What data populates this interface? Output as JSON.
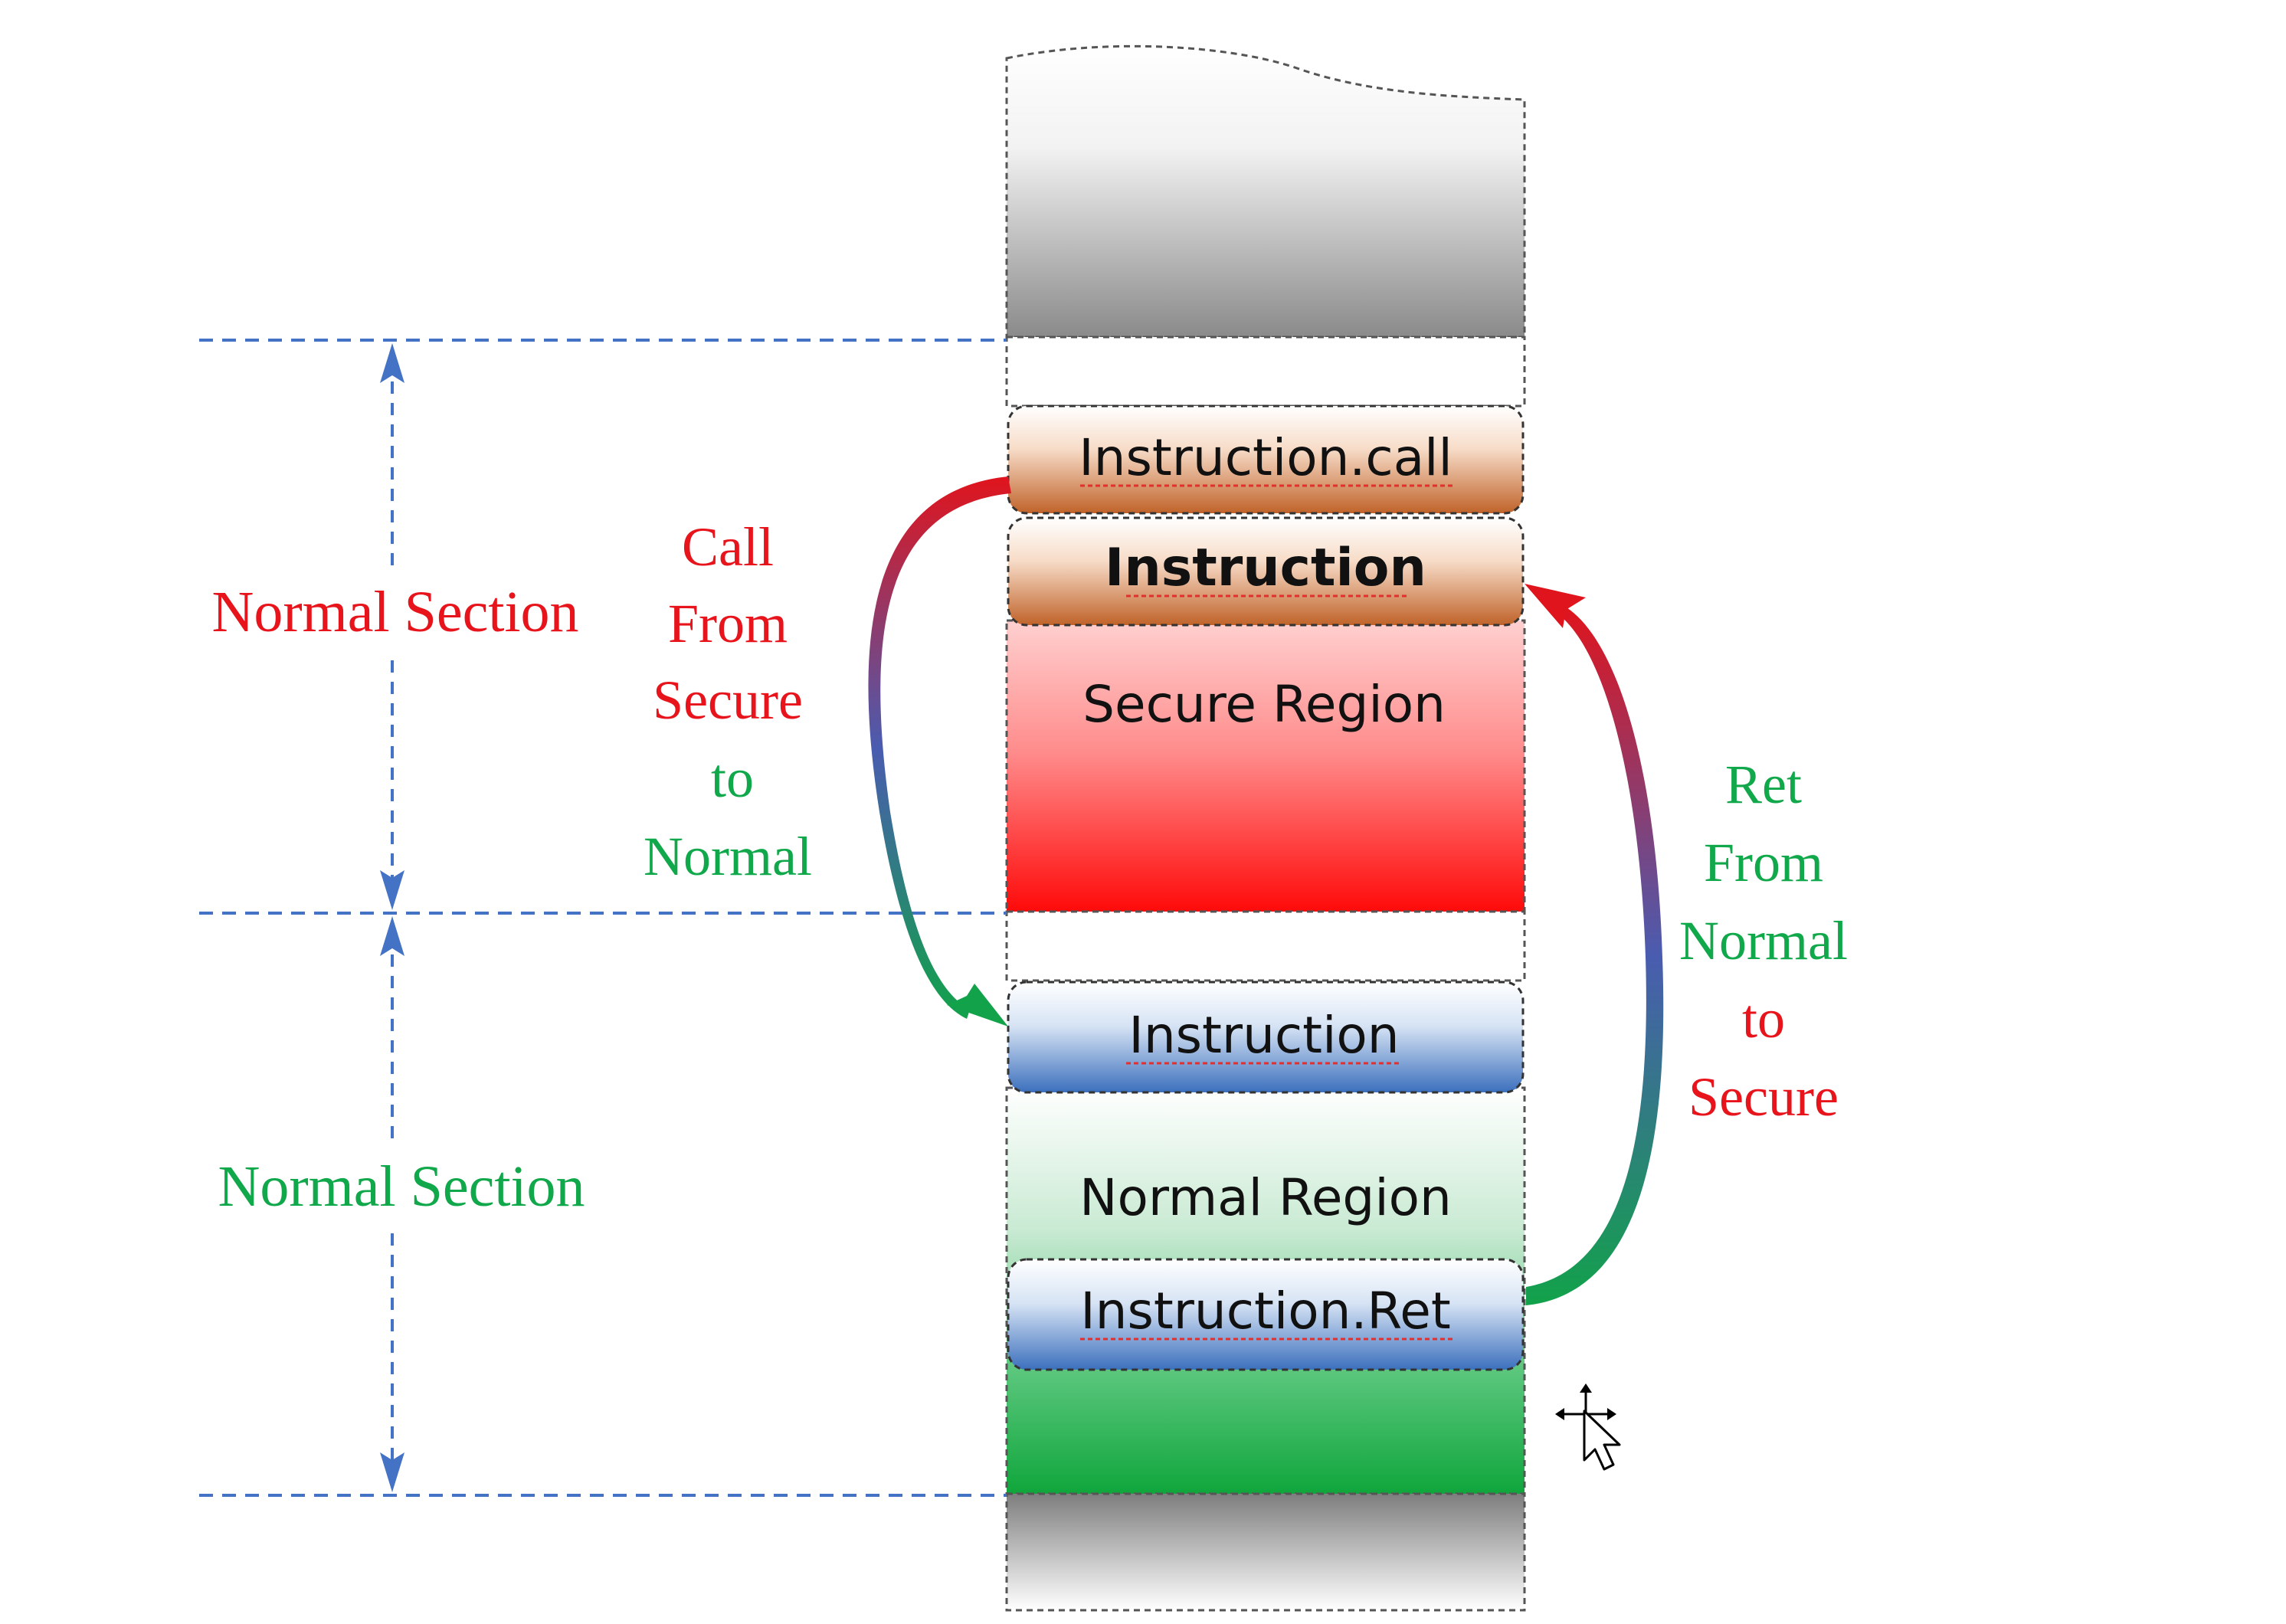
{
  "boxes": {
    "instruction_call": "Instruction.call",
    "instruction_secure": "Instruction",
    "secure_region": "Secure Region",
    "instruction_normal": "Instruction",
    "normal_region": "Normal Region",
    "instruction_ret": "Instruction.Ret"
  },
  "sections": {
    "upper": "Normal Section",
    "lower": "Normal Section"
  },
  "call_label": {
    "line1": "Call",
    "line2": "From",
    "line3": "Secure",
    "line4": "to",
    "line5": "Normal"
  },
  "ret_label": {
    "line1": "Ret",
    "line2": "From",
    "line3": "Normal",
    "line4": "to",
    "line5": "Secure"
  },
  "colors": {
    "red_text": "#e8141c",
    "green_text": "#10a84a",
    "dash_blue": "#4472c4",
    "secure_red": "#ff1a1a",
    "normal_green": "#1fae4a",
    "orange": "#c8703a",
    "blue": "#3f75c0"
  },
  "icons": {
    "cursor": "move-cursor-icon"
  }
}
